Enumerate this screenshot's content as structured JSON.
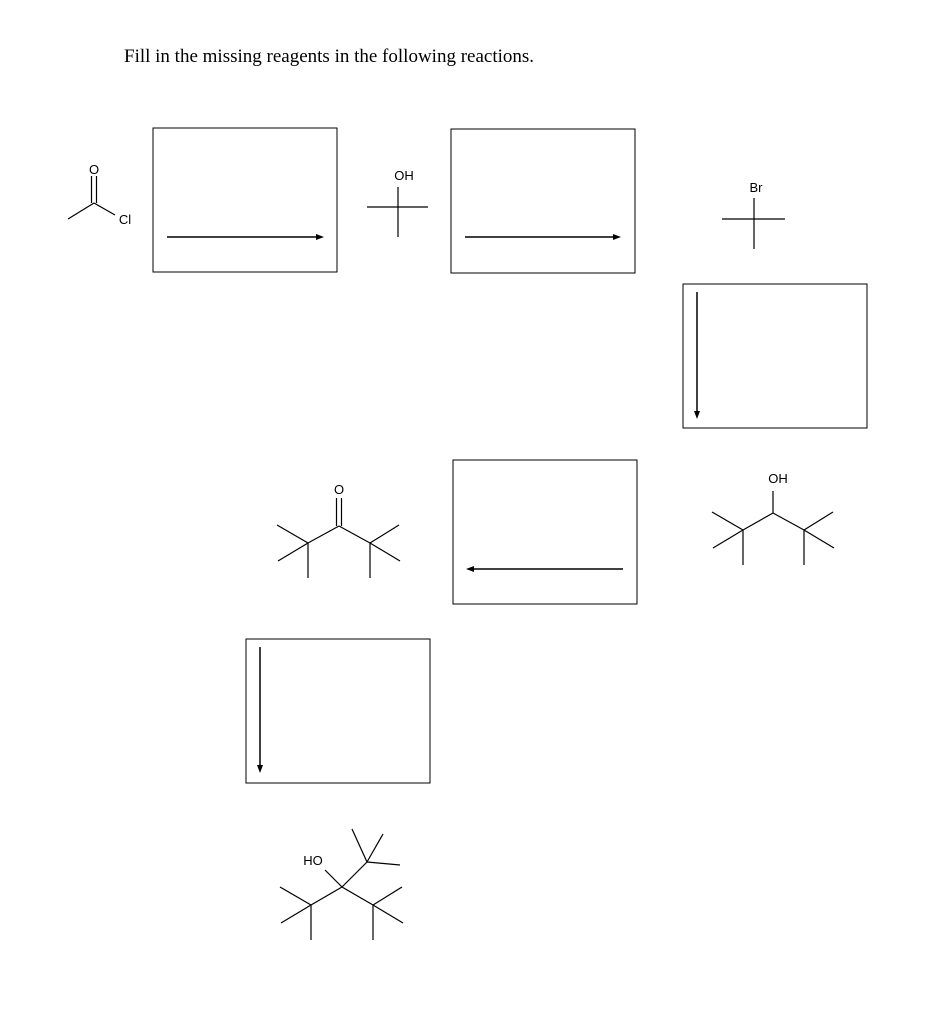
{
  "question": "Fill in the missing reagents in the following reactions.",
  "atom_labels": {
    "oxygen": "O",
    "chlorine": "Cl",
    "hydroxyl": "OH",
    "bromine": "Br",
    "hydroxyl_left": "HO"
  },
  "reagent_boxes": [
    {
      "id": 1,
      "arrow_direction": "right",
      "answer": ""
    },
    {
      "id": 2,
      "arrow_direction": "right",
      "answer": ""
    },
    {
      "id": 3,
      "arrow_direction": "down",
      "answer": ""
    },
    {
      "id": 4,
      "arrow_direction": "left",
      "answer": ""
    },
    {
      "id": 5,
      "arrow_direction": "down",
      "answer": ""
    }
  ]
}
